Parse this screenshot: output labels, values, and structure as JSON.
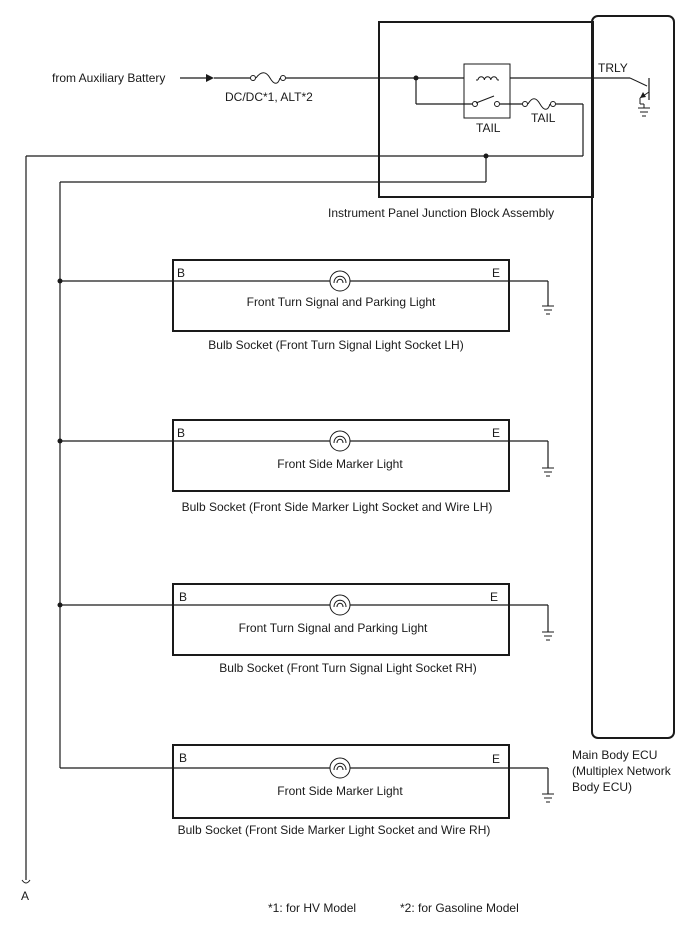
{
  "supply_label": "from Auxiliary Battery",
  "fuse_main_label": "DC/DC*1, ALT*2",
  "relay_label": "TAIL",
  "fuse_tail_label": "TAIL",
  "trly_label": "TRLY",
  "junction_block_label": "Instrument Panel Junction Block Assembly",
  "ecu_label_lines": [
    "Main Body ECU",
    "(Multiplex Network",
    "Body ECU)"
  ],
  "connector_label": "A",
  "sockets": [
    {
      "pin_b": "B",
      "pin_e": "E",
      "bulb_label": "Front Turn Signal and Parking Light",
      "caption": "Bulb Socket (Front Turn Signal Light Socket LH)"
    },
    {
      "pin_b": "B",
      "pin_e": "E",
      "bulb_label": "Front Side Marker Light",
      "caption": "Bulb Socket (Front Side Marker Light Socket and Wire LH)"
    },
    {
      "pin_b": "B",
      "pin_e": "E",
      "bulb_label": "Front Turn Signal and Parking Light",
      "caption": "Bulb Socket (Front Turn Signal Light Socket RH)"
    },
    {
      "pin_b": "B",
      "pin_e": "E",
      "bulb_label": "Front Side Marker Light",
      "caption": "Bulb Socket (Front Side Marker Light Socket and Wire RH)"
    }
  ],
  "footnotes": [
    "*1: for HV Model",
    "*2: for Gasoline Model"
  ]
}
